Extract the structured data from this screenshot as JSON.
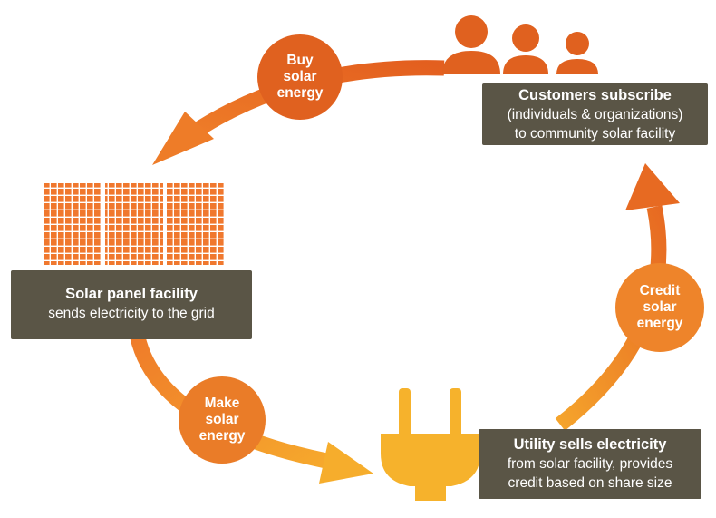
{
  "colors": {
    "box_bg": "#5a5546",
    "orange_dark": "#e0611f",
    "orange_mid": "#ea7c28",
    "orange_light": "#f5a028",
    "plug_yellow": "#f6b22c",
    "panel_orange": "#f0782e"
  },
  "icons": {
    "customers": "people-group-icon",
    "facility": "solar-panels-icon",
    "utility": "electric-plug-icon"
  },
  "nodes": {
    "customers": {
      "title": "Customers subscribe",
      "desc_line1": "(individuals & organizations)",
      "desc_line2": "to community solar facility"
    },
    "facility": {
      "title": "Solar panel facility",
      "desc_line1": "sends electricity to the grid"
    },
    "utility": {
      "title": "Utility sells electricity",
      "desc_line1": "from solar facility, provides",
      "desc_line2": "credit based on share size"
    }
  },
  "flows": {
    "buy": "Buy\nsolar\nenergy",
    "make": "Make\nsolar\nenergy",
    "credit": "Credit\nsolar\nenergy"
  }
}
